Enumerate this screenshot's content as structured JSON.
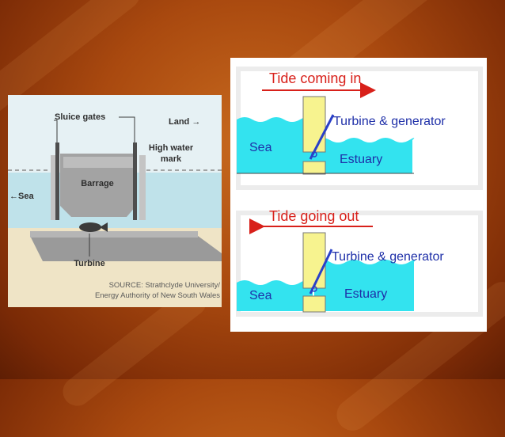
{
  "barrage": {
    "sluice_gates": "Sluice gates",
    "land": "Land →",
    "high_water_mark_line1": "High water",
    "high_water_mark_line2": "mark",
    "barrage": "Barrage",
    "sea": "←Sea",
    "turbine": "Turbine",
    "source_line1": "SOURCE: Strathclyde University/",
    "source_line2": "Energy Authority of New South Wales"
  },
  "tide_in": {
    "title": "Tide coming in",
    "turbine_label": "Turbine & generator",
    "sea": "Sea",
    "estuary": "Estuary"
  },
  "tide_out": {
    "title": "Tide going out",
    "turbine_label": "Turbine & generator",
    "sea": "Sea",
    "estuary": "Estuary"
  },
  "colors": {
    "water": "#33e3ef",
    "wall": "#f7f38f",
    "arrow": "#d8201a",
    "turbine_line": "#2a40c8"
  }
}
